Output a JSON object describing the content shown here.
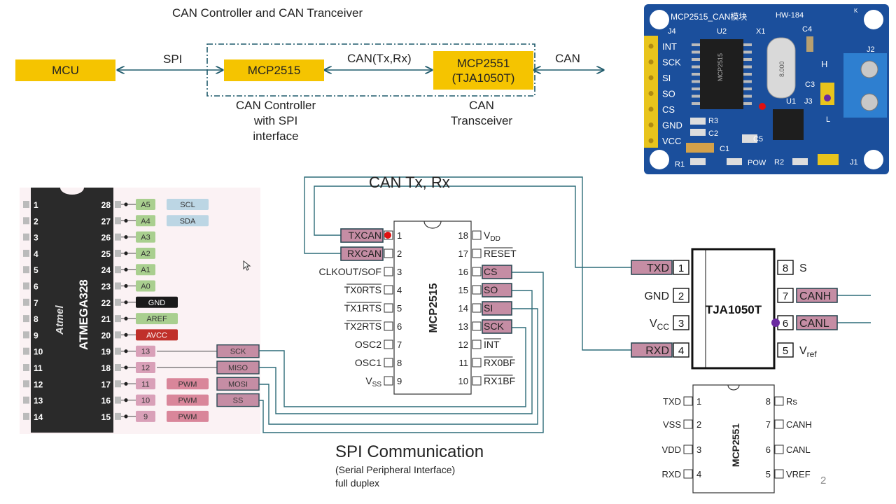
{
  "block_diagram": {
    "title": "CAN Controller and CAN Tranceiver",
    "mcu": "MCU",
    "spi_label": "SPI",
    "controller_chip": "MCP2515",
    "can_txrx_label": "CAN(Tx,Rx)",
    "transceiver_chip_line1": "MCP2551",
    "transceiver_chip_line2": "(TJA1050T)",
    "can_label": "CAN",
    "controller_caption": [
      "CAN Controller",
      "with SPI",
      "interface"
    ],
    "transceiver_caption": [
      "CAN",
      "Transceiver"
    ],
    "colors": {
      "block": "#f5c400",
      "line": "#1f5a6b"
    }
  },
  "module_photo": {
    "board_title": "MCP2515_CAN模块",
    "board_id": "HW-184",
    "header_pins": [
      "INT",
      "SCK",
      "SI",
      "SO",
      "CS",
      "GND",
      "VCC"
    ],
    "ref_labels": [
      "J4",
      "U2",
      "X1",
      "C4",
      "J2",
      "H",
      "C3",
      "J3",
      "U1",
      "L",
      "R3",
      "C2",
      "C5",
      "C1",
      "POW",
      "R2",
      "R1",
      "J1",
      "K"
    ],
    "chip_text": "MCP2515",
    "crystal_text": "8.000"
  },
  "atmega": {
    "chip_label": "ATMEGA328",
    "logo": "Atmel",
    "left_pins": [
      "1",
      "2",
      "3",
      "4",
      "5",
      "6",
      "7",
      "8",
      "9",
      "10",
      "11",
      "12",
      "13",
      "14"
    ],
    "right_pins": [
      "28",
      "27",
      "26",
      "25",
      "24",
      "23",
      "22",
      "21",
      "20",
      "19",
      "18",
      "17",
      "16",
      "15"
    ],
    "tags": [
      {
        "text": "A5",
        "color": "#a9cf8f"
      },
      {
        "text": "A4",
        "color": "#a9cf8f"
      },
      {
        "text": "A3",
        "color": "#a9cf8f"
      },
      {
        "text": "A2",
        "color": "#a9cf8f"
      },
      {
        "text": "A1",
        "color": "#a9cf8f"
      },
      {
        "text": "A0",
        "color": "#a9cf8f"
      },
      {
        "text": "GND",
        "color": "#1a1a1a"
      },
      {
        "text": "AREF",
        "color": "#a9cf8f"
      },
      {
        "text": "AVCC",
        "color": "#c0302a"
      },
      {
        "text": "13",
        "color": "#d9a0b8"
      },
      {
        "text": "12",
        "color": "#d9a0b8"
      },
      {
        "text": "11",
        "color": "#d9a0b8"
      },
      {
        "text": "10",
        "color": "#d9a0b8"
      },
      {
        "text": "9",
        "color": "#d9a0b8"
      }
    ],
    "extra_tags": [
      {
        "row": 0,
        "text": "SCL",
        "kind": "i2c"
      },
      {
        "row": 1,
        "text": "SDA",
        "kind": "i2c"
      },
      {
        "row": 11,
        "text": "PWM",
        "kind": "pwm"
      },
      {
        "row": 12,
        "text": "PWM",
        "kind": "pwm"
      },
      {
        "row": 13,
        "text": "PWM",
        "kind": "pwm"
      }
    ],
    "spi_tags": [
      "SCK",
      "MISO",
      "MOSI",
      "SS"
    ]
  },
  "mcp2515": {
    "chip_label": "MCP2515",
    "left_pins": [
      {
        "num": "1",
        "name": "TXCAN",
        "hl": true
      },
      {
        "num": "2",
        "name": "RXCAN",
        "hl": true
      },
      {
        "num": "3",
        "name": "CLKOUT/SOF",
        "hl": false
      },
      {
        "num": "4",
        "name": "TX0RTS",
        "hl": false,
        "bar": true
      },
      {
        "num": "5",
        "name": "TX1RTS",
        "hl": false,
        "bar": true
      },
      {
        "num": "6",
        "name": "TX2RTS",
        "hl": false,
        "bar": true
      },
      {
        "num": "7",
        "name": "OSC2",
        "hl": false
      },
      {
        "num": "8",
        "name": "OSC1",
        "hl": false
      },
      {
        "num": "9",
        "name": "VSS",
        "hl": false
      }
    ],
    "right_pins": [
      {
        "num": "18",
        "name": "VDD",
        "hl": false
      },
      {
        "num": "17",
        "name": "RESET",
        "hl": false,
        "bar": true
      },
      {
        "num": "16",
        "name": "CS",
        "hl": true
      },
      {
        "num": "15",
        "name": "SO",
        "hl": true
      },
      {
        "num": "14",
        "name": "SI",
        "hl": true
      },
      {
        "num": "13",
        "name": "SCK",
        "hl": true
      },
      {
        "num": "12",
        "name": "INT",
        "hl": false,
        "bar": true
      },
      {
        "num": "11",
        "name": "RX0BF",
        "hl": false,
        "bar": true
      },
      {
        "num": "10",
        "name": "RX1BF",
        "hl": false,
        "bar": true
      }
    ]
  },
  "tja": {
    "chip_label": "TJA1050T",
    "left_pins": [
      {
        "num": "1",
        "name": "TXD",
        "hl": true
      },
      {
        "num": "2",
        "name": "GND",
        "hl": false
      },
      {
        "num": "3",
        "name": "VCC",
        "hl": false
      },
      {
        "num": "4",
        "name": "RXD",
        "hl": true
      }
    ],
    "right_pins": [
      {
        "num": "8",
        "name": "S",
        "hl": false
      },
      {
        "num": "7",
        "name": "CANH",
        "hl": true
      },
      {
        "num": "6",
        "name": "CANL",
        "hl": true
      },
      {
        "num": "5",
        "name": "Vref",
        "hl": false
      }
    ]
  },
  "mcp2551": {
    "chip_label": "MCP2551",
    "left_pins": [
      {
        "num": "1",
        "name": "TXD"
      },
      {
        "num": "2",
        "name": "VSS"
      },
      {
        "num": "3",
        "name": "VDD"
      },
      {
        "num": "4",
        "name": "RXD"
      }
    ],
    "right_pins": [
      {
        "num": "8",
        "name": "Rs"
      },
      {
        "num": "7",
        "name": "CANH"
      },
      {
        "num": "6",
        "name": "CANL"
      },
      {
        "num": "5",
        "name": "VREF"
      }
    ]
  },
  "can_txrx_title": "CAN Tx, Rx",
  "spi_title": "SPI Communication",
  "spi_subtitle_1": "(Serial Peripheral Interface)",
  "spi_subtitle_2": "full duplex",
  "page_number": "2",
  "colors": {
    "pin_highlight": "#c58da4",
    "wire": "#2d6b78",
    "red_dot": "#e01010",
    "purple_dot": "#6a2aa0"
  }
}
